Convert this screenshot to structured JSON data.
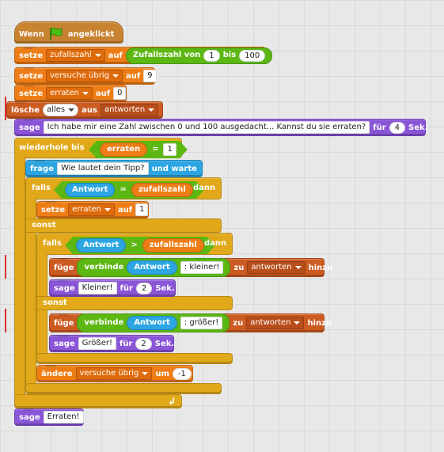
{
  "script": {
    "hat": {
      "pre": "Wenn",
      "post": "angeklickt",
      "icon": "green-flag-icon"
    },
    "set_random": {
      "verb": "setze",
      "var": "zufallszahl",
      "word_to": "auf",
      "op_label": "Zufallszahl von",
      "from": "1",
      "word_bis": "bis",
      "to": "100"
    },
    "set_tries": {
      "verb": "setze",
      "var": "versuche übrig",
      "word_to": "auf",
      "value": "9"
    },
    "set_guessed": {
      "verb": "setze",
      "var": "erraten",
      "word_to": "auf",
      "value": "0"
    },
    "delete_list": {
      "verb": "lösche",
      "item": "alles",
      "word_from": "aus",
      "list": "antworten"
    },
    "say_intro": {
      "verb": "sage",
      "text": "Ich habe mir eine Zahl zwischen 0 und 100 ausgedacht... Kannst du sie erraten?",
      "word_for": "für",
      "secs": "4",
      "word_sec": "Sek."
    },
    "repeat_until": {
      "label": "wiederhole bis",
      "var": "erraten",
      "op": "=",
      "value": "1"
    },
    "ask": {
      "verb": "frage",
      "text": "Wie lautet dein Tipp?",
      "post": "und warte"
    },
    "if1": {
      "label": "falls",
      "left": "Antwort",
      "op": "=",
      "right": "zufallszahl",
      "post": "dann"
    },
    "set_guessed2": {
      "verb": "setze",
      "var": "erraten",
      "word_to": "auf",
      "value": "1"
    },
    "else1": "sonst",
    "if2": {
      "label": "falls",
      "left": "Antwort",
      "op": ">",
      "right": "zufallszahl",
      "post": "dann"
    },
    "add_smaller": {
      "verb": "füge",
      "join": "verbinde",
      "answer": "Antwort",
      "text": ": kleiner!",
      "word_to": "zu",
      "list": "antworten",
      "post": "hinzu"
    },
    "say_smaller": {
      "verb": "sage",
      "text": "Kleiner!",
      "word_for": "für",
      "secs": "2",
      "word_sec": "Sek."
    },
    "else2": "sonst",
    "add_bigger": {
      "verb": "füge",
      "join": "verbinde",
      "answer": "Antwort",
      "text": ": größer!",
      "word_to": "zu",
      "list": "antworten",
      "post": "hinzu"
    },
    "say_bigger": {
      "verb": "sage",
      "text": "Größer!",
      "word_for": "für",
      "secs": "2",
      "word_sec": "Sek."
    },
    "change_tries": {
      "verb": "ändere",
      "var": "versuche übrig",
      "word_by": "um",
      "value": "-1"
    },
    "say_end": {
      "verb": "sage",
      "text": "Erraten!"
    },
    "loop_arrow": "↲"
  },
  "colors": {
    "events": "#c88330",
    "data": "#ee7d16",
    "list": "#cc5b22",
    "looks": "#8a55d7",
    "sensing": "#2ca5e2",
    "control": "#e1a91a",
    "operators": "#5cb712"
  }
}
